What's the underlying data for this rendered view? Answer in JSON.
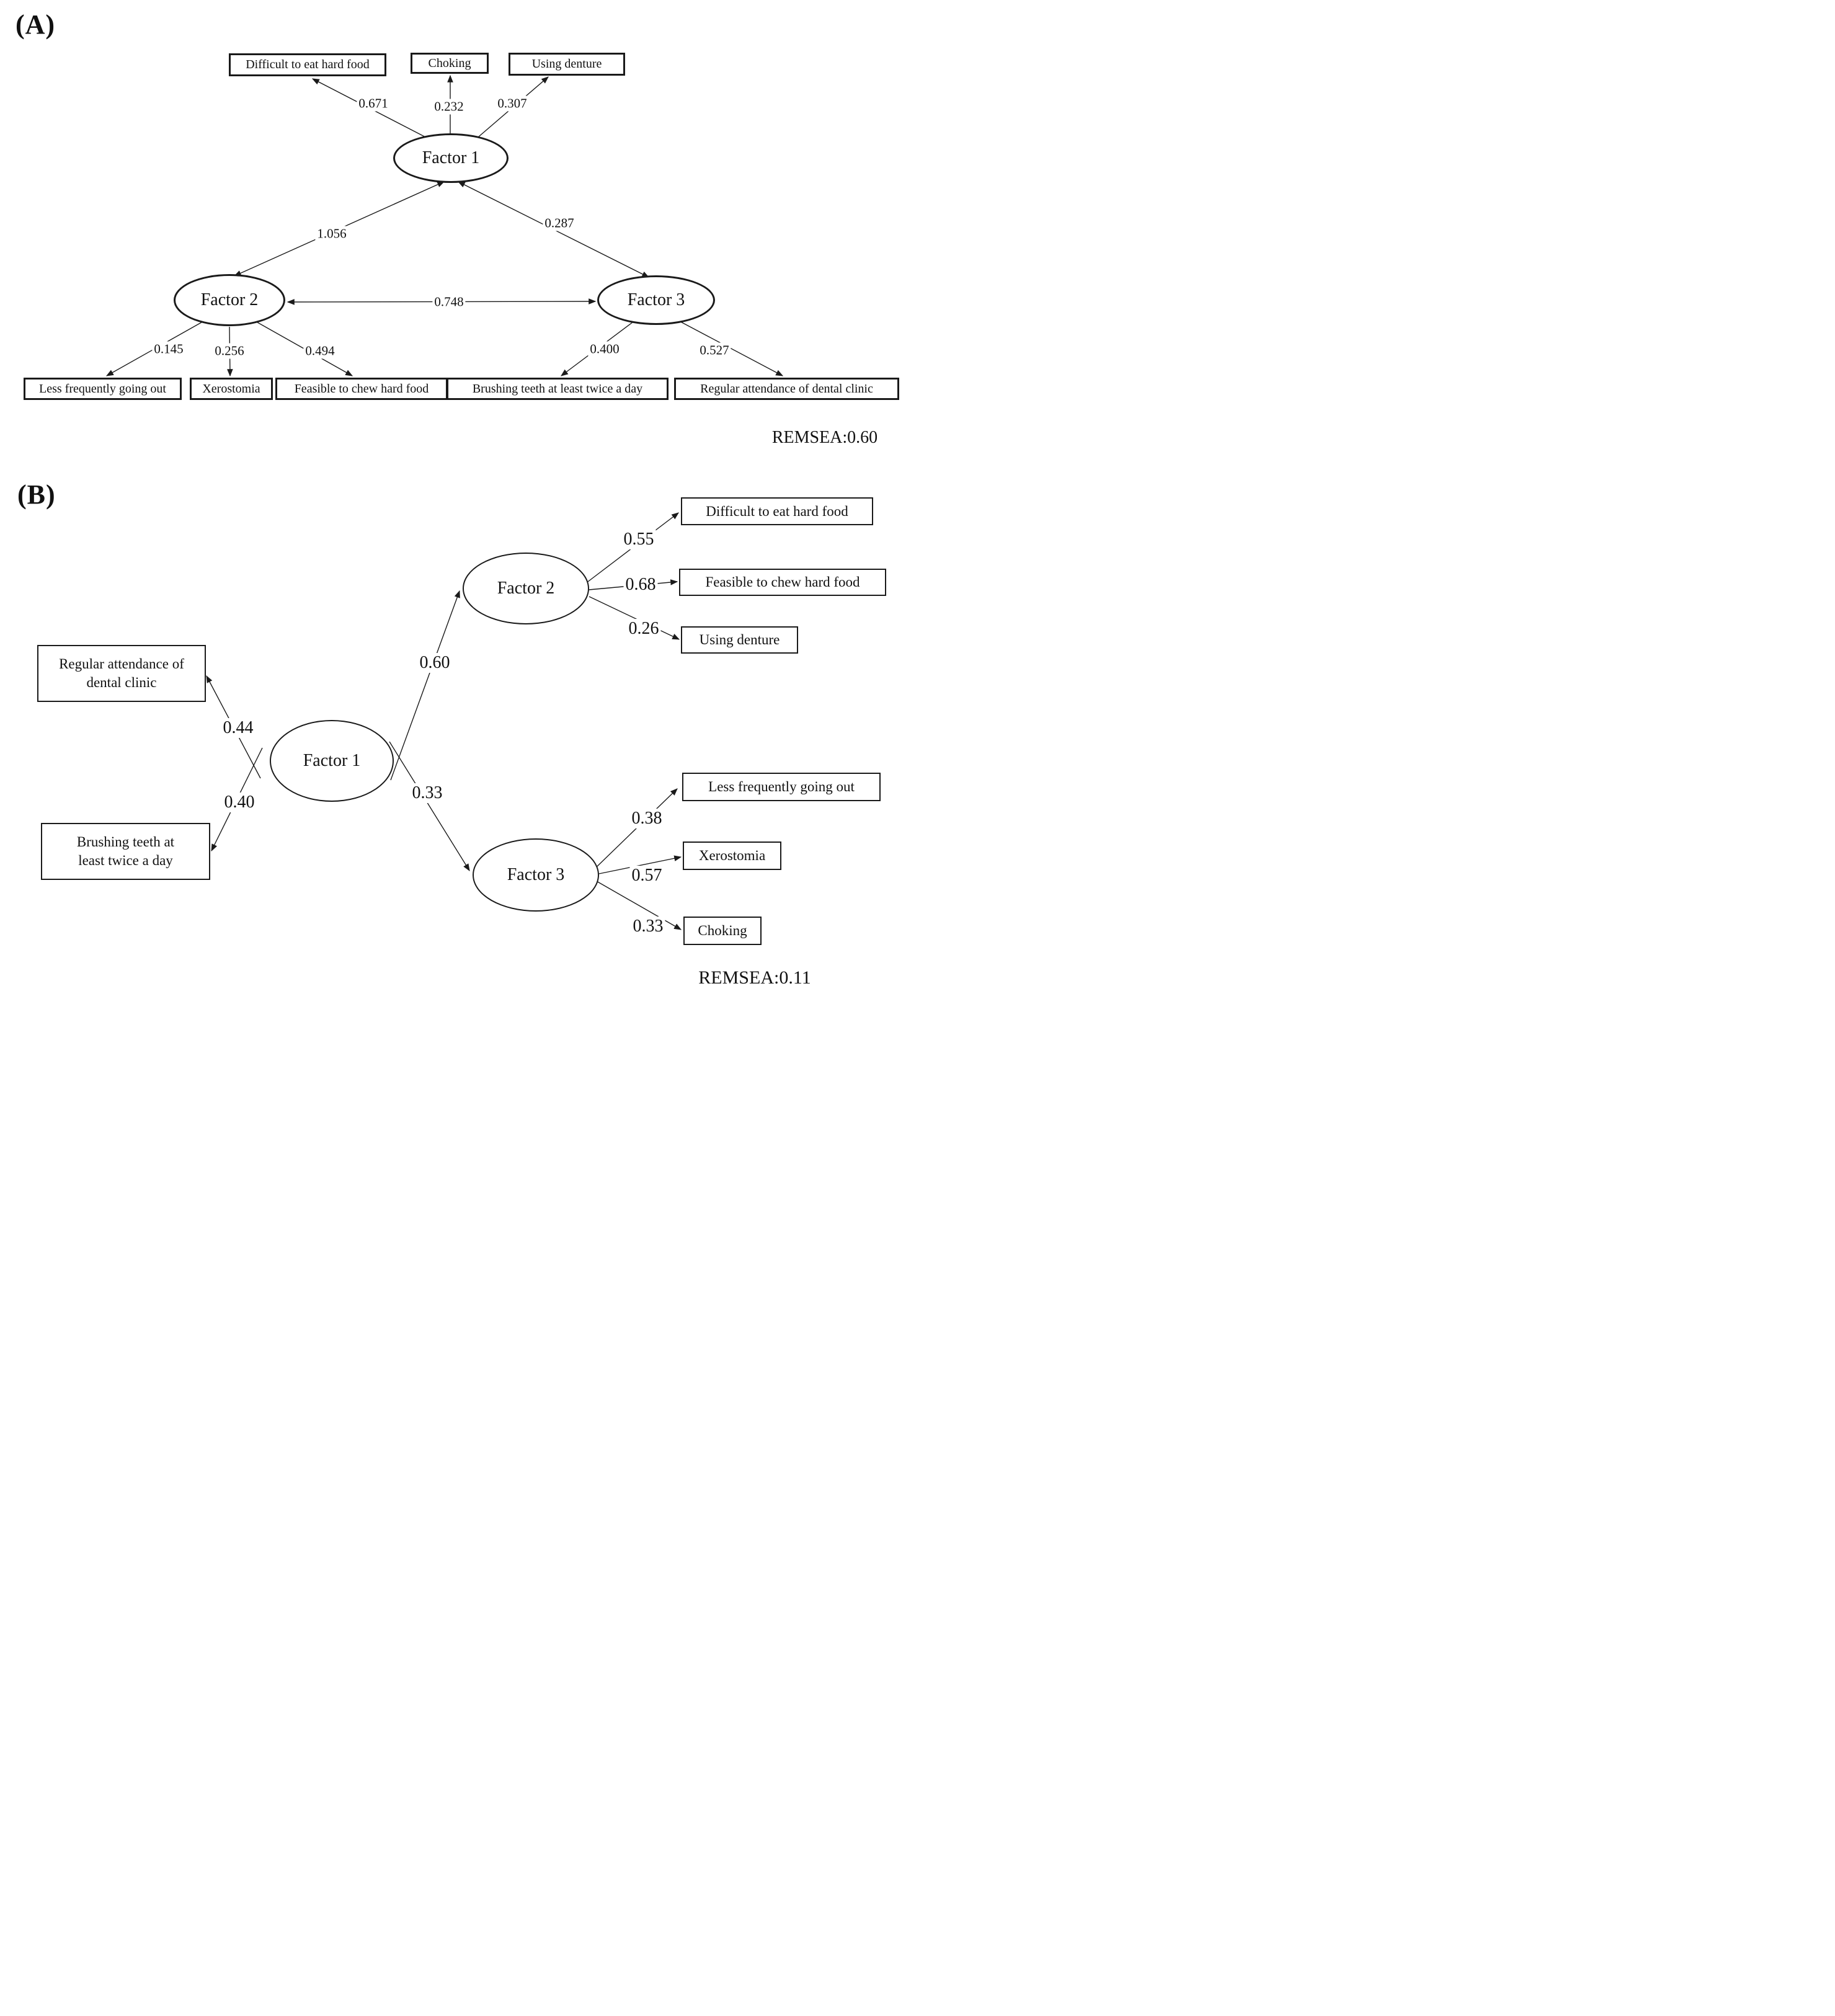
{
  "panel_a": {
    "label": "(A)",
    "factor1": "Factor 1",
    "factor2": "Factor 2",
    "factor3": "Factor 3",
    "indicators": {
      "difficult": "Difficult to eat hard food",
      "choking": "Choking",
      "denture": "Using denture",
      "less_going_out": "Less frequently going out",
      "xerostomia": "Xerostomia",
      "feasible": "Feasible to chew hard food",
      "brushing": "Brushing teeth at least twice a day",
      "regular": "Regular attendance of dental clinic"
    },
    "coefficients": {
      "f1_difficult": "0.671",
      "f1_choking": "0.232",
      "f1_denture": "0.307",
      "f1_f2": "1.056",
      "f1_f3": "0.287",
      "f2_f3": "0.748",
      "f2_less_going_out": "0.145",
      "f2_xerostomia": "0.256",
      "f2_feasible": "0.494",
      "f3_brushing": "0.400",
      "f3_regular": "0.527"
    },
    "fit": "REMSEA:0.60"
  },
  "panel_b": {
    "label": "(B)",
    "factor1": "Factor 1",
    "factor2": "Factor 2",
    "factor3": "Factor 3",
    "indicators": {
      "regular": "Regular attendance of dental clinic",
      "brushing": "Brushing teeth at least twice a day",
      "difficult": "Difficult to eat hard food",
      "feasible": "Feasible to chew hard food",
      "denture": "Using denture",
      "less_going_out": "Less frequently going out",
      "xerostomia": "Xerostomia",
      "choking": "Choking"
    },
    "coefficients": {
      "f1_regular": "0.44",
      "f1_brushing": "0.40",
      "f1_f2": "0.60",
      "f1_f3": "0.33",
      "f2_difficult": "0.55",
      "f2_feasible": "0.68",
      "f2_denture": "0.26",
      "f3_less_going_out": "0.38",
      "f3_xerostomia": "0.57",
      "f3_choking": "0.33"
    },
    "fit": "REMSEA:0.11"
  }
}
